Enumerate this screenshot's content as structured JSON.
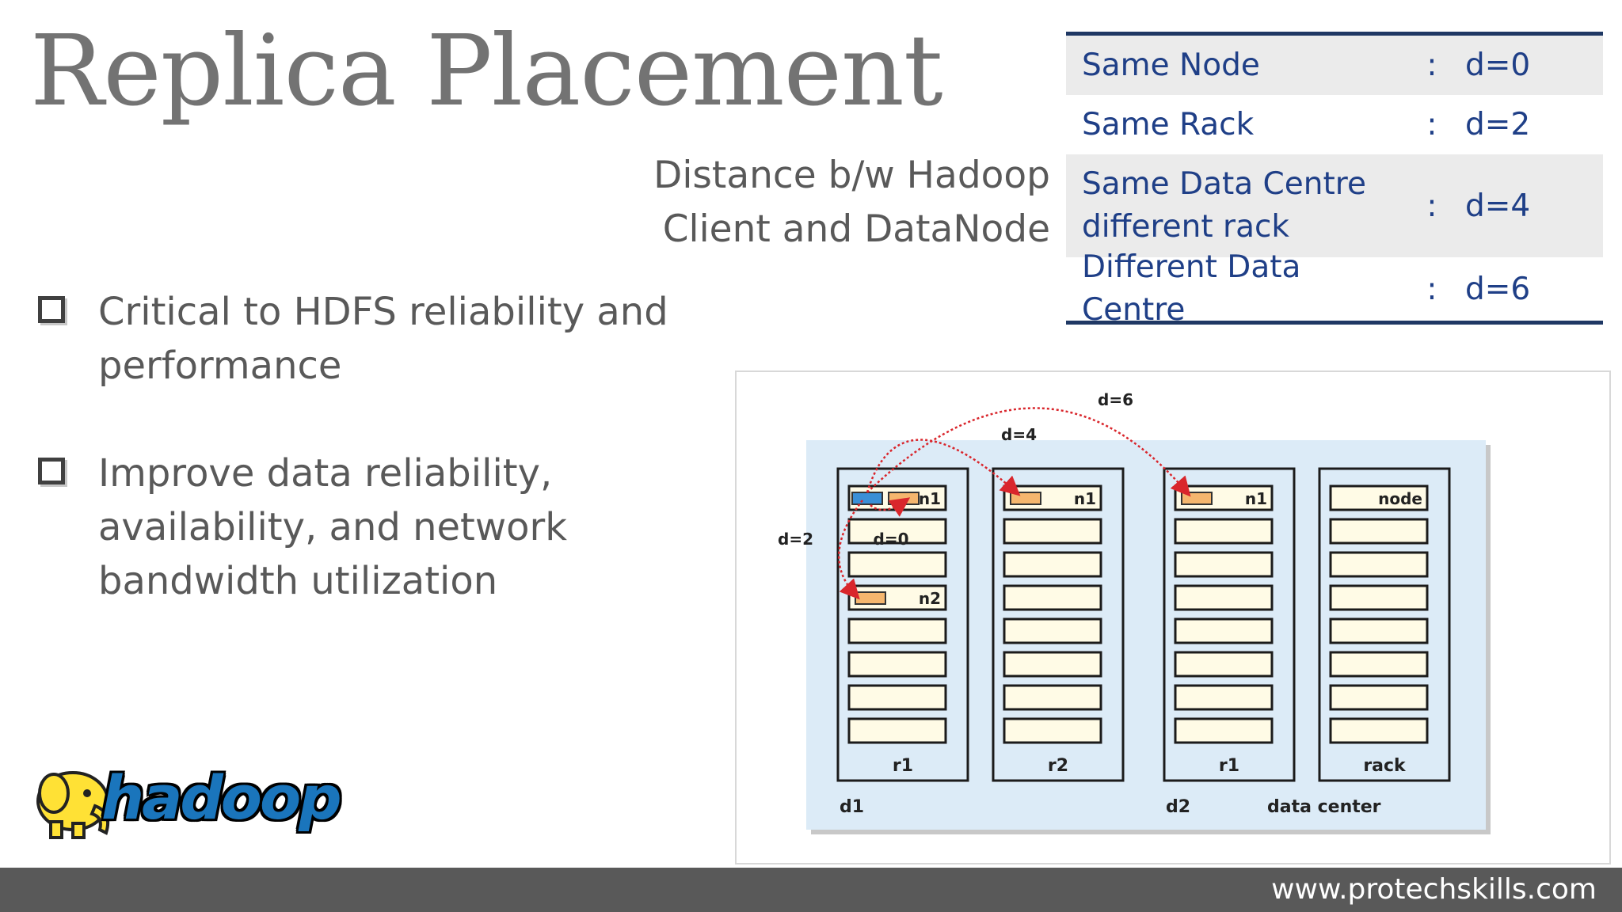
{
  "title": "Replica Placement",
  "subtitle": {
    "line1": "Distance b/w Hadoop",
    "line2": "Client and DataNode"
  },
  "distance_table": [
    {
      "label_lines": [
        "Same Node"
      ],
      "sep": ":",
      "value": "d=0"
    },
    {
      "label_lines": [
        "Same Rack"
      ],
      "sep": ":",
      "value": "d=2"
    },
    {
      "label_lines": [
        "Same Data Centre",
        "different rack"
      ],
      "sep": ":",
      "value": "d=4"
    },
    {
      "label_lines": [
        "Different Data Centre"
      ],
      "sep": ":",
      "value": "d=6"
    }
  ],
  "bullets": [
    {
      "lines": [
        "Critical to HDFS reliability and",
        "performance"
      ]
    },
    {
      "lines": [
        "Improve data reliability,",
        "availability, and network",
        "bandwidth utilization"
      ]
    }
  ],
  "diagram": {
    "datacenters": [
      {
        "label": "d1",
        "racks": [
          {
            "label": "r1",
            "nodes": [
              "n1",
              "",
              "",
              "n2",
              "",
              "",
              "",
              ""
            ]
          },
          {
            "label": "r2",
            "nodes": [
              "n1",
              "",
              "",
              "",
              "",
              "",
              "",
              ""
            ]
          }
        ]
      },
      {
        "label": "d2",
        "racks": [
          {
            "label": "r1",
            "nodes": [
              "n1",
              "",
              "",
              "",
              "",
              "",
              "",
              ""
            ]
          },
          {
            "label": "rack",
            "nodes": [
              "node",
              "",
              "",
              "",
              "",
              "",
              "",
              ""
            ]
          }
        ]
      }
    ],
    "legend_label": "data center",
    "distance_labels": {
      "d0": "d=0",
      "d2": "d=2",
      "d4": "d=4",
      "d6": "d=6"
    }
  },
  "logo": {
    "text": "hadoop"
  },
  "footer": {
    "url": "www.protechskills.com"
  },
  "colors": {
    "table_text": "#1f3f87",
    "table_rule": "#1f3864",
    "footer_bg": "#595959",
    "rack_bg": "#dcebf7",
    "arrow": "#d9262c"
  }
}
